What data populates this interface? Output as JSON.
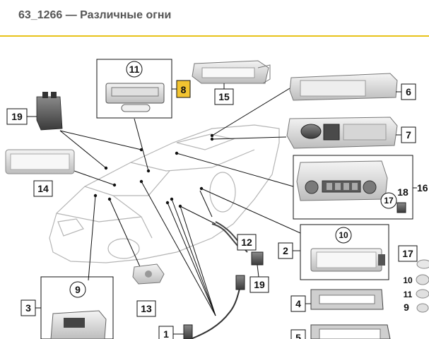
{
  "title": "63_1266 — Различные огни",
  "colors": {
    "accent": "#e8c21a",
    "highlight": "#f2c430",
    "line": "#111111",
    "part_fill": "#d9d9d9"
  },
  "callouts": {
    "c1": "1",
    "c2": "2",
    "c3": "3",
    "c4": "4",
    "c5": "5",
    "c6": "6",
    "c7": "7",
    "c8": "8",
    "c9": "9",
    "c10": "10",
    "c11": "11",
    "c12": "12",
    "c13": "13",
    "c14": "14",
    "c15": "15",
    "c16": "16",
    "c17": "17",
    "c18": "18",
    "c19": "19"
  }
}
